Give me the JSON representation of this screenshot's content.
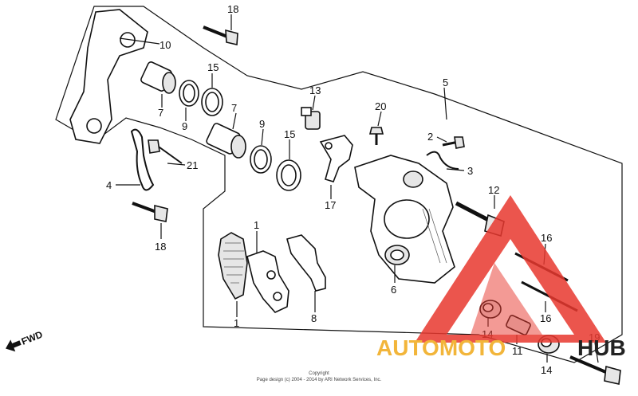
{
  "callouts": [
    {
      "id": "c18a",
      "label": "18"
    },
    {
      "id": "c10",
      "label": "10"
    },
    {
      "id": "c15a",
      "label": "15"
    },
    {
      "id": "c7a",
      "label": "7"
    },
    {
      "id": "c9a",
      "label": "9"
    },
    {
      "id": "c7b",
      "label": "7"
    },
    {
      "id": "c9b",
      "label": "9"
    },
    {
      "id": "c15b",
      "label": "15"
    },
    {
      "id": "c13",
      "label": "13"
    },
    {
      "id": "c20",
      "label": "20"
    },
    {
      "id": "c5",
      "label": "5"
    },
    {
      "id": "c2",
      "label": "2"
    },
    {
      "id": "c3",
      "label": "3"
    },
    {
      "id": "c21",
      "label": "21"
    },
    {
      "id": "c4",
      "label": "4"
    },
    {
      "id": "c17",
      "label": "17"
    },
    {
      "id": "c12",
      "label": "12"
    },
    {
      "id": "c18b",
      "label": "18"
    },
    {
      "id": "c1a",
      "label": "1"
    },
    {
      "id": "c1b",
      "label": "1"
    },
    {
      "id": "c16a",
      "label": "16"
    },
    {
      "id": "c16b",
      "label": "16"
    },
    {
      "id": "c6",
      "label": "6"
    },
    {
      "id": "c8",
      "label": "8"
    },
    {
      "id": "c14a",
      "label": "14"
    },
    {
      "id": "c11",
      "label": "11"
    },
    {
      "id": "c14b",
      "label": "14"
    },
    {
      "id": "c19",
      "label": "19"
    }
  ],
  "direction_label": "FWD",
  "copyright": {
    "line1": "Copyright",
    "line2": "Page design (c) 2004 - 2014 by ARI Network Services, Inc."
  },
  "watermark": {
    "part1": "AUTOMOTO",
    "part2": "HUB",
    "color_part1": "#f2b53a",
    "color_part2": "#222222",
    "logo_color": "#e8382f"
  }
}
